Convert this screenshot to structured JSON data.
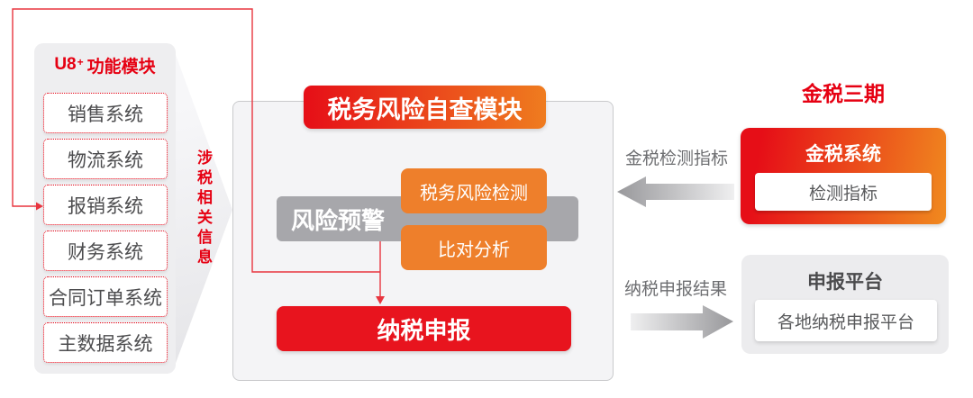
{
  "colors": {
    "brand_red": "#e60012",
    "orange": "#ee7f2b",
    "gray_bar": "#a7a7ab",
    "panel_gray": "#eeeef0",
    "center_panel_fill": "#f4f4f6",
    "dark_text": "#4d4d4f",
    "inner_text": "#58595b",
    "flow_label_gray": "#6d6e71",
    "connector_red": "#e8353f"
  },
  "u8_panel": {
    "title_prefix": "U8",
    "title_sup": "+",
    "title_suffix": "功能模块",
    "items": [
      "销售系统",
      "物流系统",
      "报销系统",
      "财务系统",
      "合同订单系统",
      "主数据系统"
    ]
  },
  "funnel": {
    "label": "涉税相关信息"
  },
  "center": {
    "header": "税务风险自查模块",
    "risk_bar": "风险预警",
    "detect": "税务风险检测",
    "compare": "比对分析",
    "declare": "纳税申报"
  },
  "right": {
    "section_title": "金税三期",
    "golden_tax": {
      "title": "金税系统",
      "inner": "检测指标"
    },
    "platform": {
      "title": "申报平台",
      "inner": "各地纳税申报平台"
    }
  },
  "flows": {
    "detect_label": "金税检测指标",
    "declare_label": "纳税申报结果"
  }
}
